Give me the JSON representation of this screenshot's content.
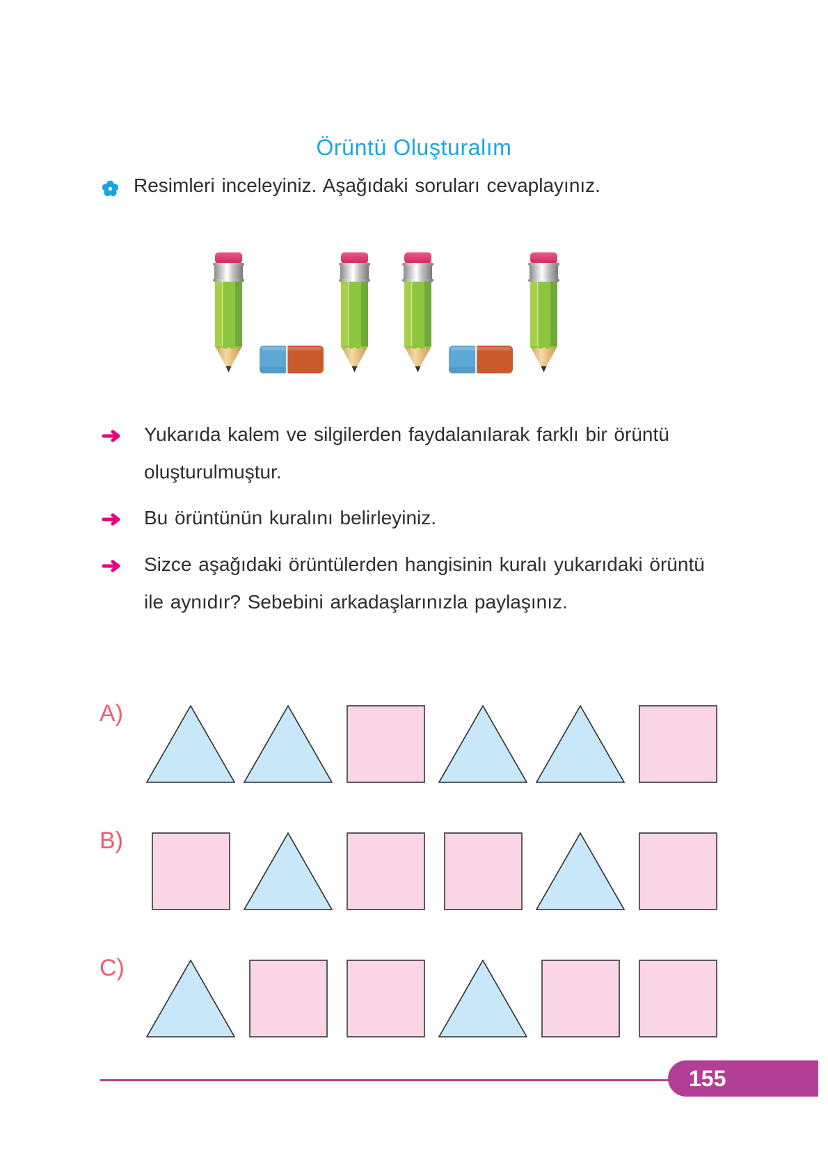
{
  "page": {
    "title": "Örüntü Oluşturalım",
    "instruction": "Resimleri inceleyiniz. Aşağıdaki soruları cevaplayınız.",
    "instruction_icon": "flower-icon"
  },
  "figure": {
    "sequence": [
      "pencil",
      "eraser",
      "pencil",
      "pencil",
      "eraser",
      "pencil"
    ]
  },
  "bullet_icon": "arrow-right-icon",
  "bullets": [
    {
      "lines": [
        "Yukarıda kalem ve silgilerden faydalanılarak farklı bir örüntü",
        "oluşturulmuştur."
      ]
    },
    {
      "lines": [
        "Bu örüntünün kuralını belirleyiniz."
      ]
    },
    {
      "lines": [
        "Sizce aşağıdaki örüntülerden hangisinin kuralı yukarıdaki örüntü",
        "ile aynıdır? Sebebini arkadaşlarınızla paylaşınız."
      ]
    }
  ],
  "options": [
    {
      "label": "A)",
      "shapes": [
        "triangle",
        "triangle",
        "square",
        "triangle",
        "triangle",
        "square"
      ]
    },
    {
      "label": "B)",
      "shapes": [
        "square",
        "triangle",
        "square",
        "square",
        "triangle",
        "square"
      ]
    },
    {
      "label": "C)",
      "shapes": [
        "triangle",
        "square",
        "square",
        "triangle",
        "square",
        "square"
      ]
    }
  ],
  "footer": {
    "page_number": "155"
  },
  "colors": {
    "title": "#1aa6e1",
    "bullet_arrow": "#e6007e",
    "option_label": "#ef5d6f",
    "footer_accent": "#b13f95",
    "triangle_fill": "#c8e8fa",
    "square_fill": "#f9d5e5"
  }
}
